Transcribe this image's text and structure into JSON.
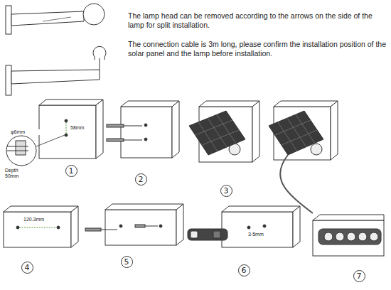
{
  "diagram": {
    "nodes": [
      {
        "text": [
          "1"
        ]
      },
      {
        "text": [
          "2"
        ]
      },
      {
        "text": [
          "3"
        ]
      },
      {
        "text": [
          "4"
        ]
      },
      {
        "text": [
          "5"
        ]
      },
      {
        "text": [
          "6"
        ]
      },
      {
        "text": [
          "7"
        ]
      }
    ],
    "labels": [
      "The lamp head can be removed according to the arrows on the side of the lamp for split installation.",
      "The connection cable is 3m long, please confirm the installation position of the solar panel and the lamp before installation.",
      "φ6mm",
      "58mm",
      "Depth 50mm",
      "120.3mm",
      "3-5mm"
    ]
  }
}
